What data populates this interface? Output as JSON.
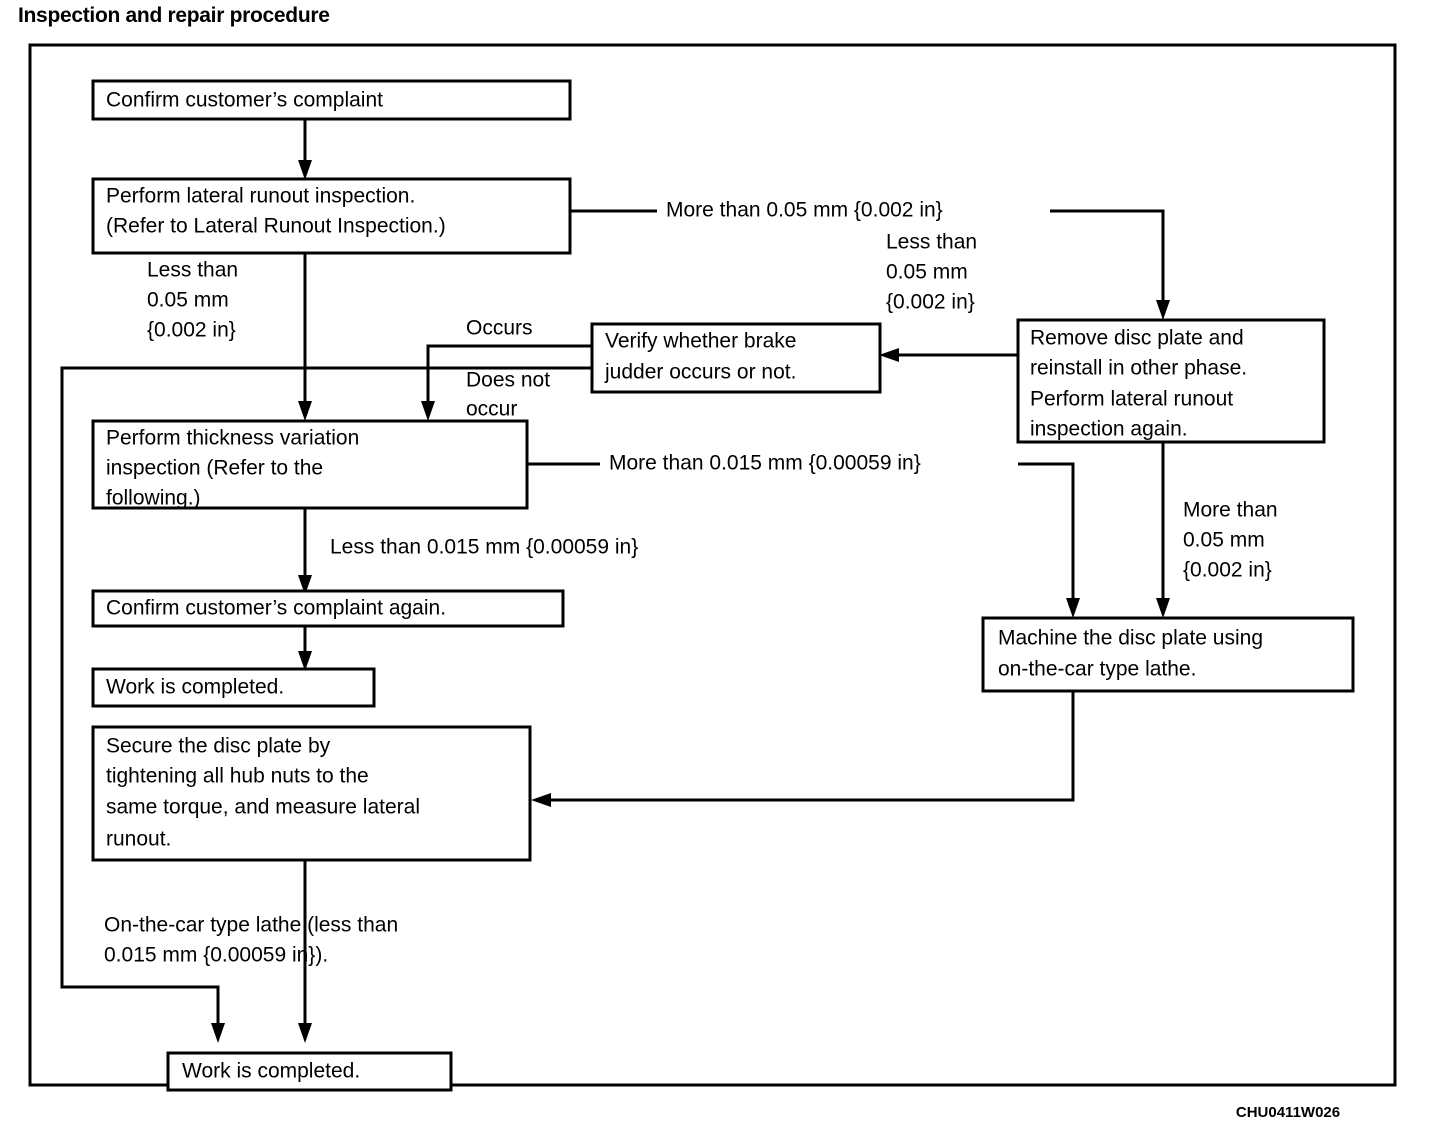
{
  "page": {
    "title": "Inspection and repair procedure",
    "figure_code": "CHU0411W026"
  },
  "chart_data": {
    "type": "diagram",
    "diagram_type": "flowchart",
    "title": "Inspection and repair procedure",
    "nodes": [
      {
        "id": "n1",
        "label": "Confirm customer's complaint",
        "lines": [
          "Confirm customer’s complaint"
        ]
      },
      {
        "id": "n2",
        "label": "Perform lateral runout inspection. (Refer to Lateral Runout Inspection.)",
        "lines": [
          "Perform lateral runout inspection.",
          "(Refer to Lateral Runout Inspection.)"
        ]
      },
      {
        "id": "n3",
        "label": "Verify whether brake judder occurs or not.",
        "lines": [
          "Verify whether brake",
          "judder occurs or not."
        ]
      },
      {
        "id": "n4",
        "label": "Remove disc plate and reinstall in other phase. Perform lateral runout inspection again.",
        "lines": [
          "Remove disc plate and",
          "reinstall in other phase.",
          "Perform lateral runout",
          "inspection again."
        ]
      },
      {
        "id": "n5",
        "label": "Perform thickness variation inspection (Refer to the following.)",
        "lines": [
          "Perform thickness variation",
          "inspection (Refer to the",
          "following.)"
        ]
      },
      {
        "id": "n6",
        "label": "Confirm customer's complaint again.",
        "lines": [
          "Confirm customer’s complaint again."
        ]
      },
      {
        "id": "n7",
        "label": "Work is completed.",
        "lines": [
          "Work is completed."
        ]
      },
      {
        "id": "n8",
        "label": "Secure the disc plate by tightening all hub nuts to the same torque, and measure lateral runout.",
        "lines": [
          "Secure the disc plate by",
          "tightening all hub nuts to the",
          "same torque, and measure lateral",
          "runout."
        ]
      },
      {
        "id": "n9",
        "label": "Machine the disc plate using on-the-car type lathe.",
        "lines": [
          "Machine the disc plate using",
          "on-the-car type lathe."
        ]
      },
      {
        "id": "n10",
        "label": "Work is completed.",
        "lines": [
          "Work is completed."
        ]
      }
    ],
    "edge_labels": [
      {
        "id": "e1",
        "from": "n2",
        "to": "n4",
        "lines": [
          "More than 0.05 mm {0.002 in}"
        ]
      },
      {
        "id": "e2",
        "from": "n2",
        "to": "n5",
        "lines": [
          "Less than",
          "0.05 mm",
          "{0.002 in}"
        ]
      },
      {
        "id": "e3",
        "from": "n4",
        "to": "n3",
        "lines": [
          "Less than",
          "0.05 mm",
          "{0.002 in}"
        ]
      },
      {
        "id": "e4",
        "from": "n3",
        "to": "n5",
        "lines": [
          "Occurs"
        ]
      },
      {
        "id": "e5",
        "from": "n3",
        "to": "n10",
        "lines": [
          "Does not",
          "occur"
        ]
      },
      {
        "id": "e6",
        "from": "n5",
        "to": "n9",
        "lines": [
          "More than 0.015 mm {0.00059 in}"
        ]
      },
      {
        "id": "e7",
        "from": "n5",
        "to": "n6",
        "lines": [
          "Less than 0.015 mm {0.00059 in}"
        ]
      },
      {
        "id": "e8",
        "from": "n4",
        "to": "n9",
        "lines": [
          "More than",
          "0.05 mm",
          "{0.002 in}"
        ]
      },
      {
        "id": "e9",
        "from": "n8",
        "to": "n10",
        "lines": [
          "On-the-car type lathe (less than",
          "0.015 mm {0.00059 in})."
        ]
      }
    ]
  }
}
